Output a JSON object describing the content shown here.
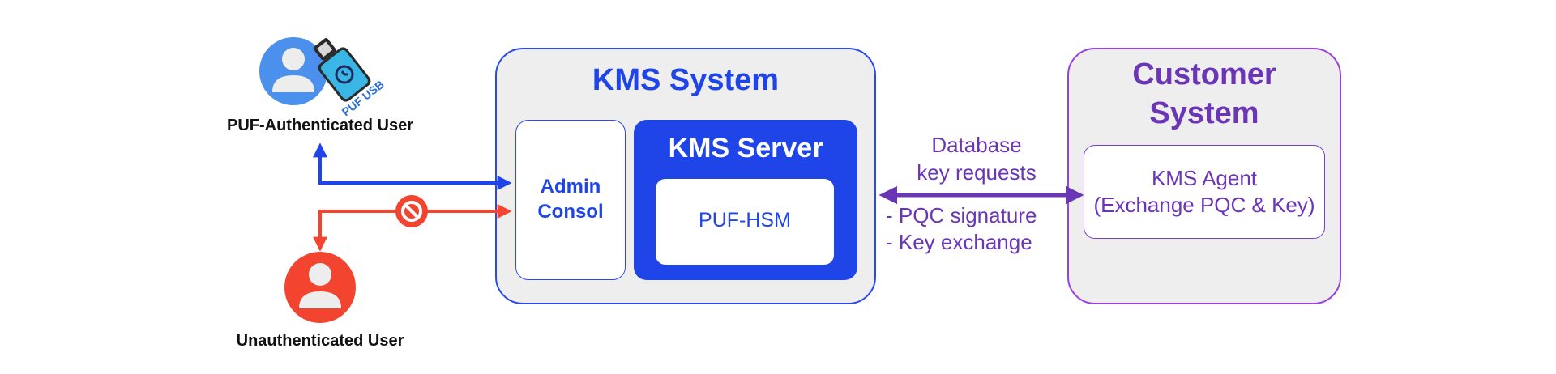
{
  "kms_system": {
    "title": "KMS System",
    "admin_console": "Admin\nConsol",
    "kms_server": "KMS Server",
    "puf_hsm": "PUF-HSM"
  },
  "customer_system": {
    "title": "Customer\nSystem",
    "agent": "KMS Agent\n(Exchange PQC & Key)"
  },
  "link": {
    "label": "Database\nkey requests",
    "items": [
      "- PQC signature",
      "- Key exchange"
    ]
  },
  "users": {
    "authenticated": "PUF-Authenticated User",
    "unauthenticated": "Unauthenticated User",
    "usb_text": "PUF USB"
  },
  "colors": {
    "blue": "#1f45e8",
    "red": "#f2442e",
    "purple": "#6b36b6",
    "user_blue_bg": "#4a90ec",
    "user_red_bg": "#f2442e"
  }
}
